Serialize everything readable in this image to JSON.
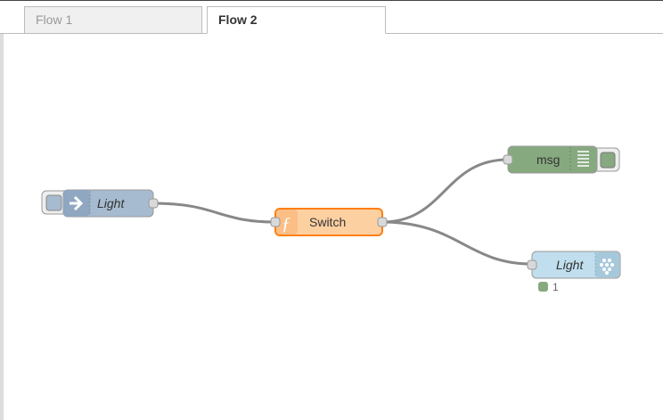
{
  "tabs": [
    {
      "label": "Flow 1",
      "active": false
    },
    {
      "label": "Flow 2",
      "active": true
    }
  ],
  "nodes": {
    "light_in": {
      "label": "Light",
      "type": "input",
      "color": "#a6bbcf",
      "icon": "arrow-right-icon"
    },
    "switch": {
      "label": "Switch",
      "type": "function",
      "color": "#fdd0a2",
      "icon": "function-icon"
    },
    "msg": {
      "label": "msg",
      "type": "debug",
      "color": "#87a980",
      "icon": "debug-list-icon"
    },
    "light_out": {
      "label": "Light",
      "type": "output",
      "color": "#c0deed",
      "icon": "raspberry-pi-icon",
      "status": "1"
    }
  },
  "colors": {
    "wire": "#888888",
    "status_dot": "#87a980",
    "function_border": "#ff7f0e"
  }
}
